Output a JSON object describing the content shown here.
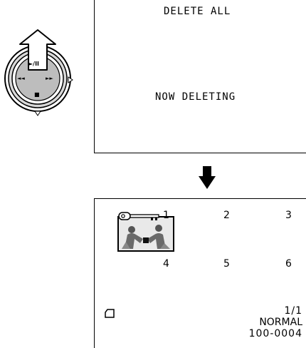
{
  "screen1": {
    "title": "DELETE ALL",
    "message": "NOW DELETING"
  },
  "controller": {
    "play_pause_symbol": "►/II",
    "rewind_symbol": "◄◄",
    "fast_forward_symbol": "►►",
    "stop_symbol": "■"
  },
  "screen2": {
    "thumbnails": [
      "1",
      "2",
      "3",
      "4",
      "5",
      "6"
    ],
    "page_indicator": "1/1",
    "quality": "NORMAL",
    "file_number": "100-0004",
    "protect_icon": "key-icon",
    "memory_icon": "memory-card-icon"
  },
  "transition_icon": "down-arrow-icon"
}
